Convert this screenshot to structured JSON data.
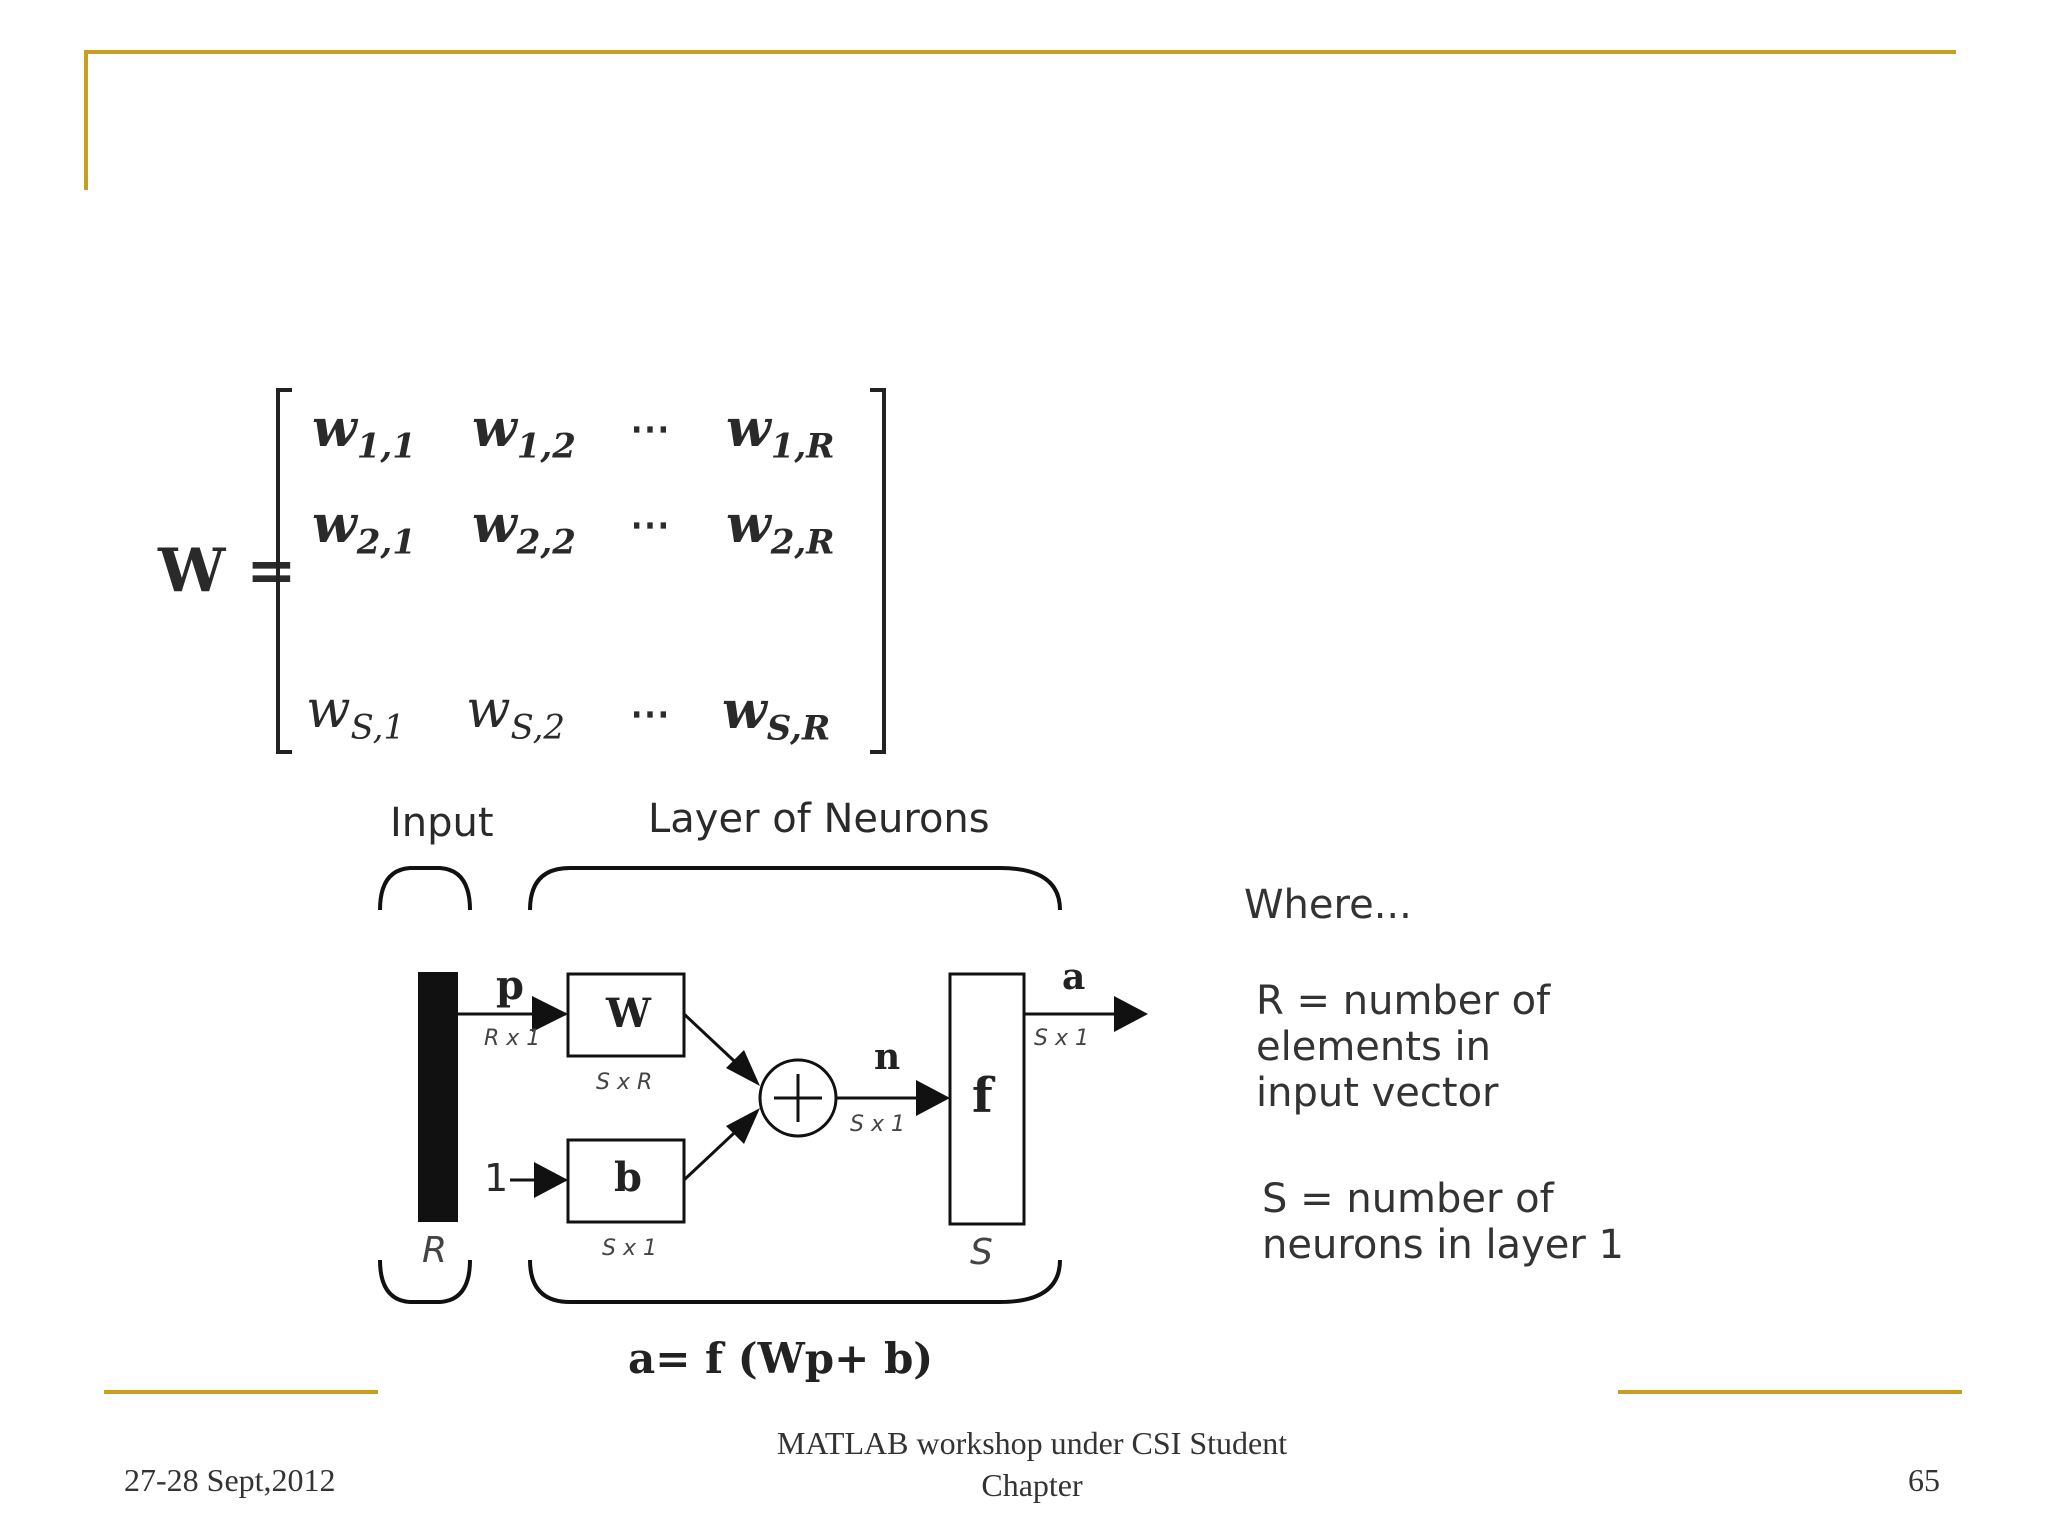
{
  "colors": {
    "accent": "#c8a020",
    "text": "#222222"
  },
  "matrix": {
    "lhs": "W =",
    "rows": [
      [
        "w",
        "1,1",
        "w",
        "1,2",
        "⋯",
        "w",
        "1,R"
      ],
      [
        "w",
        "2,1",
        "w",
        "2,2",
        "⋯",
        "w",
        "2,R"
      ],
      [
        "w",
        "S,1",
        "w",
        "S,2",
        "⋯",
        "w",
        "S,R"
      ]
    ]
  },
  "diagram": {
    "input_label": "Input",
    "layer_label": "Layer of Neurons",
    "p_label": "p",
    "p_dim": "R x 1",
    "one_label": "1",
    "w_label": "W",
    "w_dim": "S x R",
    "b_label": "b",
    "b_dim": "S x 1",
    "n_label": "n",
    "n_dim": "S x 1",
    "f_label": "f",
    "a_label": "a",
    "a_dim": "S x 1",
    "r_label": "R",
    "s_label": "S",
    "equation": "a= f (Wp+ b)"
  },
  "legend": {
    "where": "Where...",
    "r_def_lines": [
      "R = number of",
      "elements in",
      "input vector"
    ],
    "s_def_lines": [
      "S = number of",
      "neurons in layer 1"
    ]
  },
  "footer": {
    "date": "27-28 Sept,2012",
    "center_line1": "MATLAB workshop under CSI Student",
    "center_line2": "Chapter",
    "page": "65"
  }
}
